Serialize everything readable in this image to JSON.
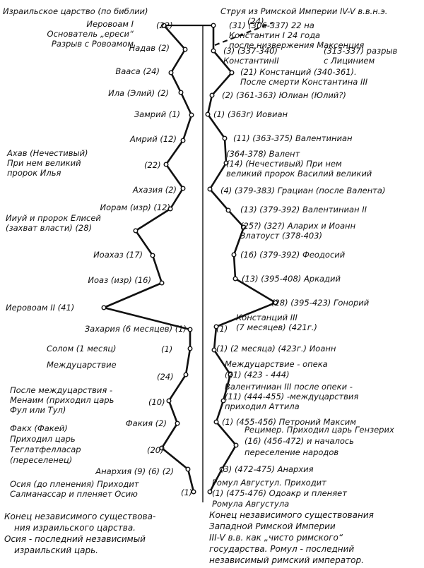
{
  "diagram": {
    "left": {
      "header": "Израильское царство (по библии)",
      "entries": [
        {
          "lines": [
            "Иеровоам I",
            "Основатель „ереси“",
            "Разрыв с Ровоамом"
          ],
          "num": "(22)"
        },
        {
          "lines": [
            "Надав (2)"
          ]
        },
        {
          "lines": [
            "Вааса (24)"
          ]
        },
        {
          "lines": [
            "Ила (Элий) (2)"
          ]
        },
        {
          "lines": [
            "Замрий (1)"
          ]
        },
        {
          "lines": [
            "Амрий (12)"
          ]
        },
        {
          "lines": [
            "Ахав (Нечестивый)",
            "При нем великий",
            "пророк Илья"
          ],
          "num": "(22)"
        },
        {
          "lines": [
            "Ахазия (2)"
          ]
        },
        {
          "lines": [
            "Иорам (изр) (12)"
          ]
        },
        {
          "lines": [
            "Ииуй и пророк Елисей",
            "(захват власти) (28)"
          ]
        },
        {
          "lines": [
            "Иоахаз (17)"
          ]
        },
        {
          "lines": [
            "Иоаз (изр) (16)"
          ]
        },
        {
          "lines": [
            "Иеровоам II (41)"
          ]
        },
        {
          "lines": [
            "Захария (6 месяцев) (1)"
          ]
        },
        {
          "lines": [
            "Солом (1 месяц)"
          ],
          "num": "(1)"
        },
        {
          "lines": [
            "Междуцарствие"
          ],
          "num": "(24)"
        },
        {
          "lines": [
            "После междуцарствия -",
            "Менаим (приходил царь",
            "Фул или Тул)"
          ],
          "num": "(10)"
        },
        {
          "lines": [
            "Факия (2)"
          ]
        },
        {
          "lines": [
            "Факх (Факей)",
            "Приходил царь",
            "Теглатфелласар",
            "(переселенец)"
          ],
          "num": "(20)"
        },
        {
          "lines": [
            "Анархия (9) (6) (2)"
          ]
        },
        {
          "lines": [
            "Осия (до пленения) Приходит",
            "Салманассар и пленяет Осию"
          ],
          "num": "(1)"
        }
      ],
      "footer": [
        "Конец независимого существова-",
        "ния израильского царства.",
        "Осия - последний независимый",
        "израильский царь."
      ]
    },
    "right": {
      "header": "Струя из Римской Империи IV-V в.в.н.э.",
      "entries": [
        {
          "lines": [
            "(31) (306-337) 22 на",
            "Константин I 24 года",
            "после низвержения Максенция"
          ],
          "num": "(24)"
        },
        {
          "lines": [
            "(3) (337-340)",
            "КонстантинII"
          ]
        },
        {
          "lines": [
            "(313-337) разрыв",
            "с Лицинием"
          ]
        },
        {
          "lines": [
            "(21) Констанций (340-361).",
            "После смерти Константина III"
          ]
        },
        {
          "lines": [
            "(2) (361-363) Юлиан (Юлий?)"
          ]
        },
        {
          "lines": [
            "(1) (363г) Иовиан"
          ]
        },
        {
          "lines": [
            "(11) (363-375) Валентиниан"
          ]
        },
        {
          "lines": [
            "(364-378) Валент",
            "(14) (Нечестивый) При нем",
            "великий пророк Василий великий"
          ]
        },
        {
          "lines": [
            "(4) (379-383) Грациан (после Валента)"
          ]
        },
        {
          "lines": [
            "(13) (379-392) Валентиниан II"
          ]
        },
        {
          "lines": [
            "(25?) (32?) Аларих и Иоанн",
            "Златоуст (378-403)"
          ]
        },
        {
          "lines": [
            "(16) (379-392) Феодосий"
          ]
        },
        {
          "lines": [
            "(13) (395-408) Аркадий"
          ]
        },
        {
          "lines": [
            "(28) (395-423) Гонорий"
          ]
        },
        {
          "lines": [
            "Констанций III",
            "(7 месяцев) (421г.)"
          ],
          "num": "(1)"
        },
        {
          "lines": [
            "(1) (2 месяца) (423г.) Иоанн"
          ]
        },
        {
          "lines": [
            "Междуцарствие - опека",
            "(21) (423 - 444)"
          ]
        },
        {
          "lines": [
            "Валентиниан III после опеки -",
            "(11) (444-455) -междуцарствия",
            "приходил Аттила"
          ]
        },
        {
          "lines": [
            "(1) (455-456) Петроний Максим"
          ]
        },
        {
          "lines": [
            "Рецимер. Приходил царь Гензерих",
            "(16) (456-472) и началось",
            "переселение народов"
          ]
        },
        {
          "lines": [
            "(3) (472-475) Анархия"
          ]
        },
        {
          "lines": [
            "Ромул Августул. Приходит",
            "(1) (475-476) Одоакр и пленяет",
            "Ромула Августула"
          ]
        }
      ],
      "footer": [
        "Конец независимого существования",
        "Западной Римской Империи",
        "III-V в.в. как „чисто римского“",
        "государства. Ромул - последний",
        "независимый римский император."
      ]
    }
  }
}
